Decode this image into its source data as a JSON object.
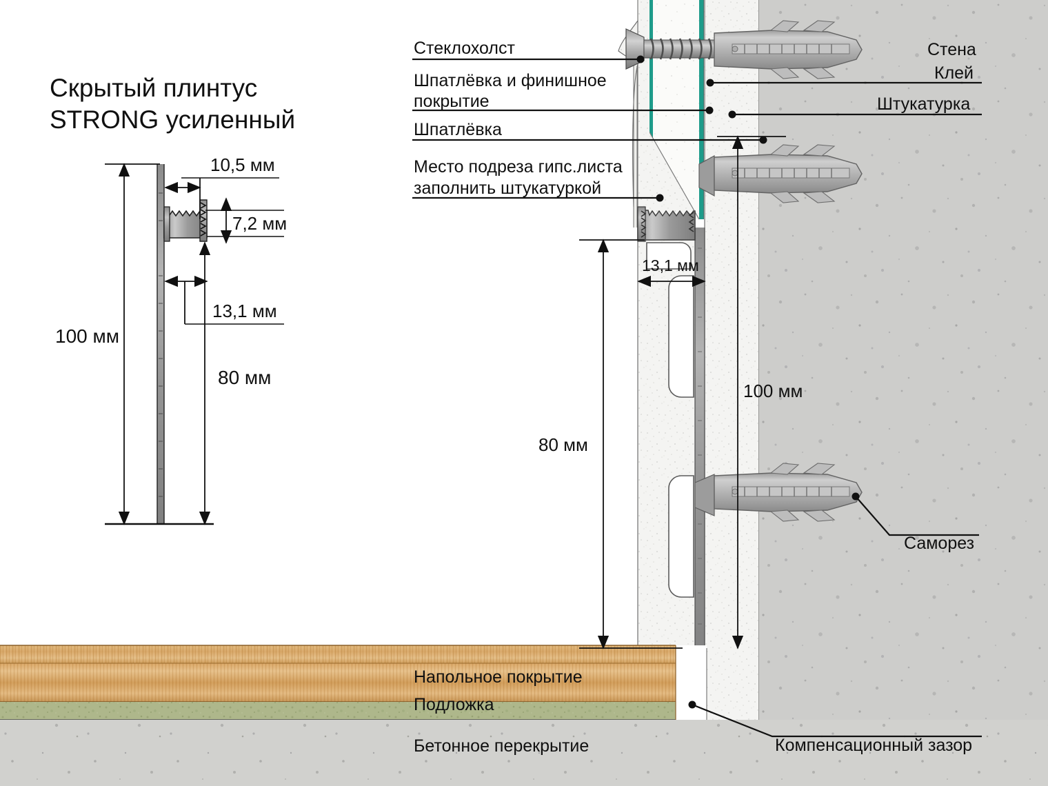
{
  "title": {
    "line1": "Скрытый плинтус",
    "line2": "STRONG усиленный"
  },
  "profile_dimensions": {
    "width_top": "10,5 мм",
    "height_clip": "7,2 мм",
    "width_body": "13,1 мм",
    "height_total": "100 мм",
    "height_visible": "80 мм"
  },
  "section_dimensions": {
    "depth": "13,1 мм",
    "height_total": "100 мм",
    "height_visible": "80 мм"
  },
  "callouts_left": [
    {
      "id": "fiberglass-mesh",
      "text": "Стеклохолст"
    },
    {
      "id": "putty-and-finish",
      "text": "Шпатлёвка и финишное",
      "text2": "покрытие"
    },
    {
      "id": "putty",
      "text": "Шпатлёвка"
    },
    {
      "id": "drywall-cut",
      "text": "Место подреза гипс.листа",
      "text2": "заполнить штукатуркой"
    }
  ],
  "callouts_right": [
    {
      "id": "wall",
      "text": "Стена"
    },
    {
      "id": "glue",
      "text": "Клей"
    },
    {
      "id": "plaster",
      "text": "Штукатурка"
    },
    {
      "id": "screw",
      "text": "Саморез"
    }
  ],
  "callouts_bottom": [
    {
      "id": "floor-covering",
      "text": "Напольное покрытие"
    },
    {
      "id": "underlay",
      "text": "Подложка"
    },
    {
      "id": "concrete-slab",
      "text": "Бетонное перекрытие"
    },
    {
      "id": "expansion-gap",
      "text": "Компенсационный зазор"
    }
  ],
  "colors": {
    "line": "#101010",
    "drywall_paper": "#1e9b8a",
    "concrete": "#cfcfcd",
    "plaster": "#f2f2f0",
    "metal": "#a8a8a8",
    "wood_light": "#d9a86a",
    "wood_mid": "#c98e4f",
    "underlay": "#a8b286"
  }
}
